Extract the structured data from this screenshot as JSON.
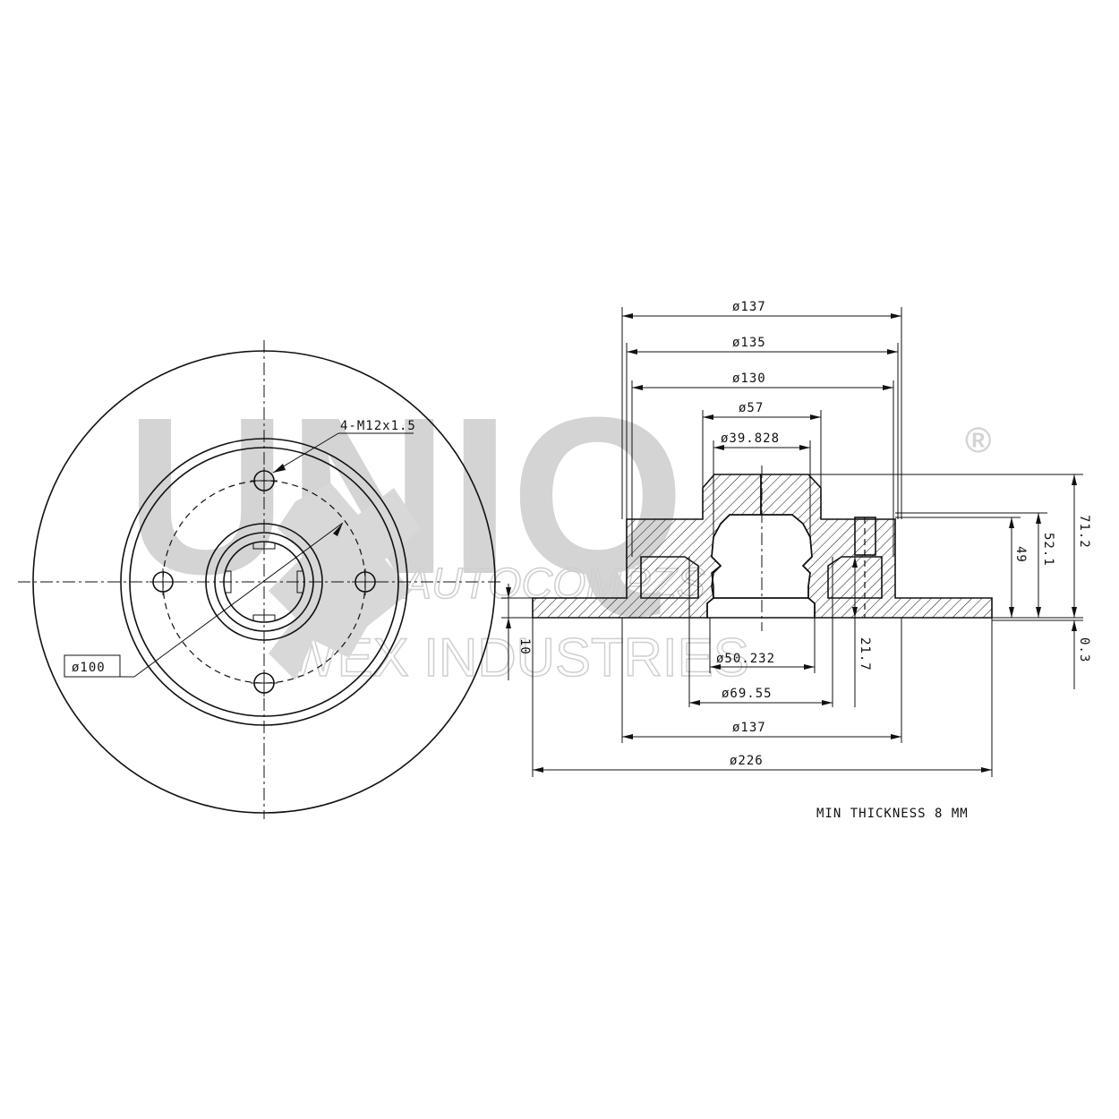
{
  "front_view": {
    "bolt_label": "4-M12x1.5",
    "pcd_label": "ø100"
  },
  "section_view": {
    "top_dims": [
      "ø137",
      "ø135",
      "ø130",
      "ø57",
      "ø39.828"
    ],
    "bottom_dims": [
      "ø50.232",
      "ø69.55",
      "ø137",
      "ø226"
    ],
    "vertical_dims": {
      "d10": "10",
      "d21_7": "21.7",
      "d49": "49",
      "d52_1": "52.1",
      "d71_2": "71.2",
      "d0_3": "0.3"
    }
  },
  "note": "MIN THICKNESS 8 MM",
  "watermark": {
    "brand": "UNIQ",
    "registered": "®",
    "line1": "AUTOCOMPZS",
    "line2": "WEX INDUSTRIES"
  }
}
